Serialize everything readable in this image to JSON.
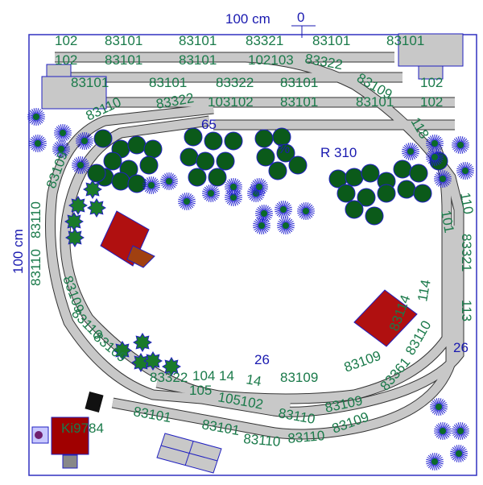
{
  "dimensions": {
    "top_width": "100 cm",
    "left_height": "100 cm",
    "top_marker": "0",
    "marker_65": "65",
    "marker_26a": "26",
    "marker_26b": "26",
    "radius": "R 310",
    "percent": "%"
  },
  "station": {
    "label": "Ki9784"
  },
  "track_labels": [
    "102",
    "83101",
    "83101",
    "83321",
    "83101",
    "83101",
    "102",
    "83101",
    "83101",
    "102103",
    "83322",
    "83101",
    "83101",
    "83322",
    "83101",
    "83109",
    "102",
    "83110",
    "83322",
    "103102",
    "83101",
    "83101",
    "102",
    "83109",
    "83110",
    "83110",
    "83109",
    "83110",
    "83109",
    "83322",
    "104",
    "14",
    "14",
    "83109",
    "83109",
    "105",
    "105102",
    "83110",
    "83109",
    "83101",
    "83101",
    "83110",
    "83110",
    "83109",
    "83361",
    "83110",
    "83114",
    "114",
    "83321",
    "113",
    "110",
    "101",
    "118"
  ],
  "colors": {
    "track": "#c8c8c8",
    "label": "#1a7a4a",
    "frame": "#1a1ab0",
    "tree": "#0b5a1a",
    "house": "#b01010",
    "bush": "#2020d0"
  }
}
